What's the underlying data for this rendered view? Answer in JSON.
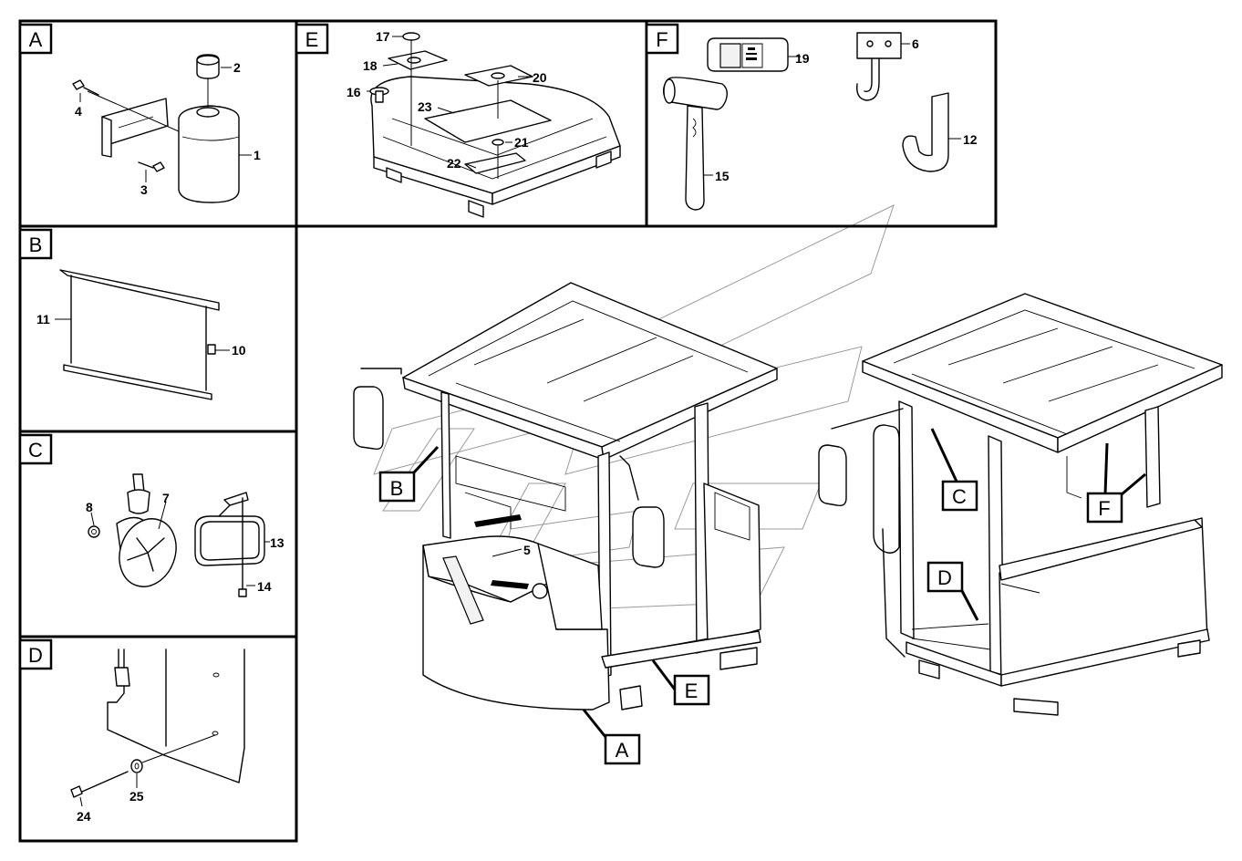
{
  "sections": [
    {
      "id": "A",
      "letter": "A",
      "parts": [
        "1",
        "2",
        "3",
        "4"
      ]
    },
    {
      "id": "B",
      "letter": "B",
      "parts": [
        "10",
        "11"
      ]
    },
    {
      "id": "C",
      "letter": "C",
      "parts": [
        "7",
        "8",
        "13",
        "14"
      ]
    },
    {
      "id": "D",
      "letter": "D",
      "parts": [
        "24",
        "25"
      ]
    },
    {
      "id": "E",
      "letter": "E",
      "parts": [
        "16",
        "17",
        "18",
        "20",
        "21",
        "22",
        "23"
      ]
    },
    {
      "id": "F",
      "letter": "F",
      "parts": [
        "6",
        "12",
        "15",
        "19"
      ]
    }
  ],
  "callouts": {
    "p1": "1",
    "p2": "2",
    "p3": "3",
    "p4": "4",
    "p5": "5",
    "p6": "6",
    "p7": "7",
    "p8": "8",
    "p10": "10",
    "p11": "11",
    "p12": "12",
    "p13": "13",
    "p14": "14",
    "p15": "15",
    "p16": "16",
    "p17": "17",
    "p18": "18",
    "p19": "19",
    "p20": "20",
    "p21": "21",
    "p22": "22",
    "p23": "23",
    "p24": "24",
    "p25": "25"
  },
  "main_view_markers": {
    "left_cab": {
      "B": "B",
      "E": "E",
      "A": "A"
    },
    "right_cab": {
      "C": "C",
      "F": "F",
      "D": "D"
    }
  },
  "colors": {
    "line": "#000000",
    "background": "#ffffff",
    "watermark": "#9a9a9a"
  }
}
